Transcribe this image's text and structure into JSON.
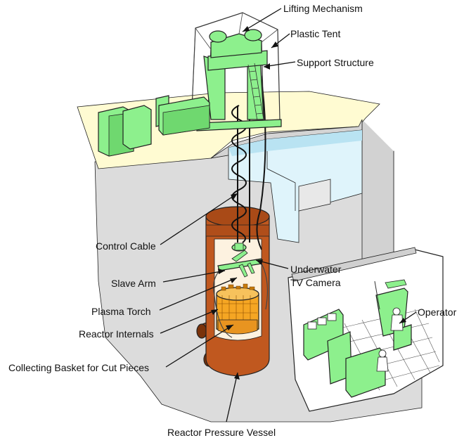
{
  "labels": {
    "lifting_mechanism": "Lifting Mechanism",
    "plastic_tent": "Plastic Tent",
    "support_structure": "Support Structure",
    "control_cable": "Control Cable",
    "underwater_tv_camera_line1": "Underwater",
    "underwater_tv_camera_line2": "TV Camera",
    "slave_arm": "Slave Arm",
    "plasma_torch": "Plasma Torch",
    "reactor_internals": "Reactor Internals",
    "collecting_basket": "Collecting Basket for Cut Pieces",
    "operator": "Operator",
    "reactor_pressure_vessel": "Reactor Pressure Vessel"
  },
  "colors": {
    "equipment": "#8df08d",
    "floor": "#fffbd2",
    "concrete": "#dcdcdc",
    "water": "#dff4fb",
    "vessel": "#c0581f",
    "vessel_dark": "#8a3b10",
    "internals": "#f5a623"
  }
}
